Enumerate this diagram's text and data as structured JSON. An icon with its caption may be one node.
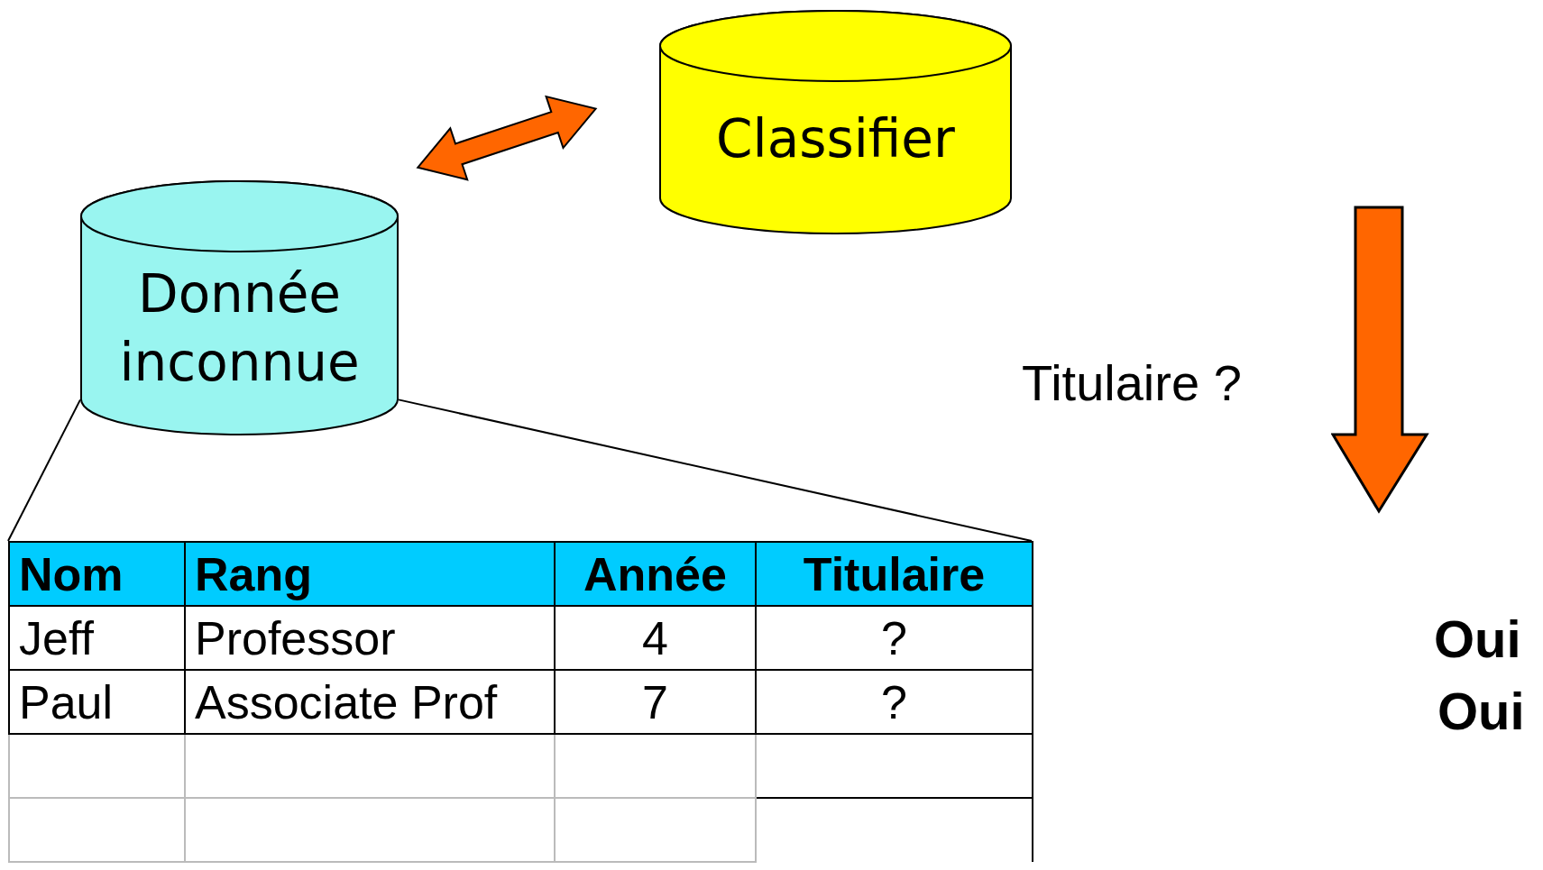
{
  "diagram": {
    "nodes": [
      {
        "text": [
          "Classifier"
        ]
      },
      {
        "text": [
          "Donnée inconnue"
        ]
      },
      {
        "text": [],
        "shape": "box"
      }
    ],
    "edges": [
      {
        "from": 1,
        "to": 0,
        "arrow": "both",
        "style": "thick",
        "color": "#ff6600"
      },
      {
        "from": 1,
        "to": 2,
        "arrow": "none"
      },
      {
        "from": 1,
        "to": 2,
        "arrow": "none"
      }
    ],
    "labels": [
      "Titulaire ?",
      "Nom",
      "Rang",
      "Année",
      "Titulaire",
      "Jeff",
      "Professor",
      "4",
      "?",
      "Paul",
      "Associate Prof",
      "7",
      "?",
      "Oui",
      "Oui"
    ]
  }
}
